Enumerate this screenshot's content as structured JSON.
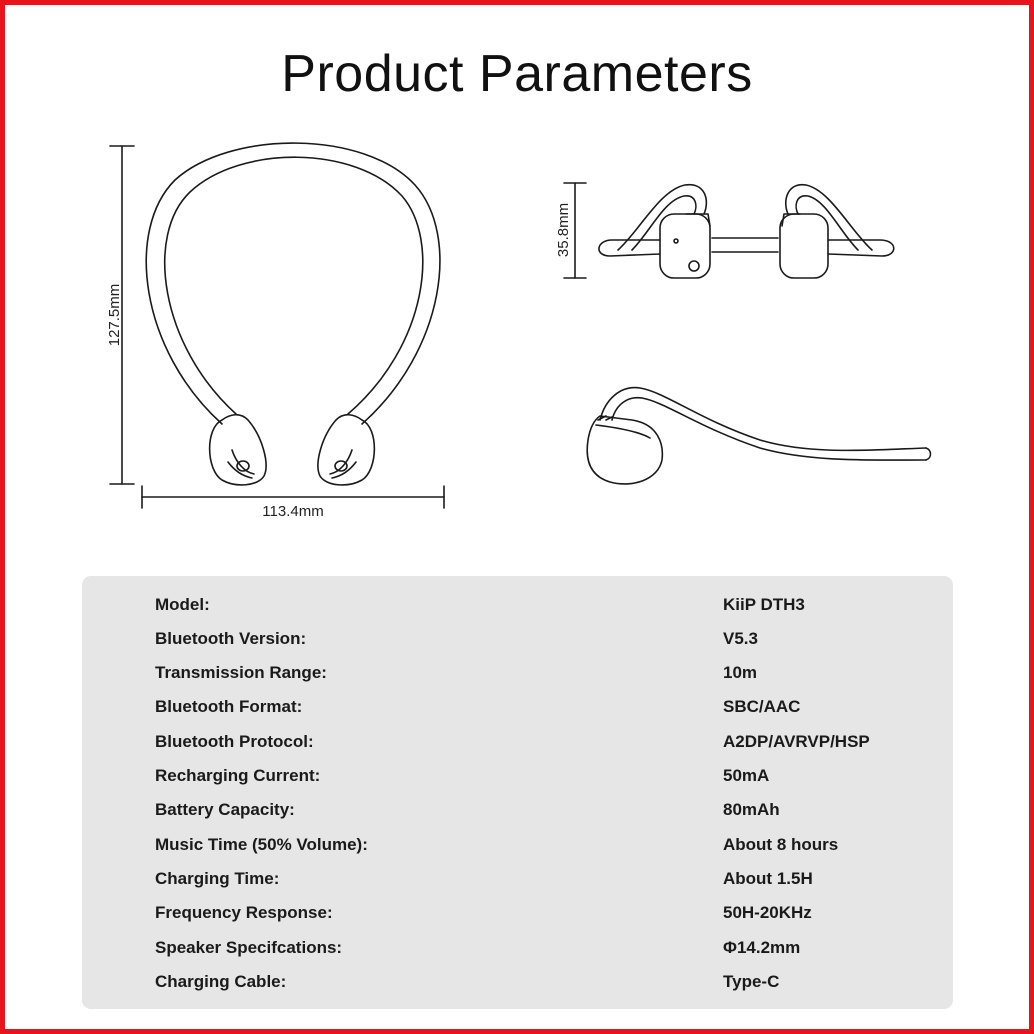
{
  "page": {
    "title": "Product Parameters",
    "accent_color": "#e8141c",
    "panel_color": "#e6e6e6"
  },
  "dimensions": {
    "height": "127.5mm",
    "width": "113.4mm",
    "side_height": "35.8mm"
  },
  "specs": [
    {
      "label": "Model:",
      "value": "KiiP DTH3"
    },
    {
      "label": "Bluetooth Version:",
      "value": "V5.3"
    },
    {
      "label": "Transmission Range:",
      "value": "10m"
    },
    {
      "label": "Bluetooth Format:",
      "value": "SBC/AAC"
    },
    {
      "label": "Bluetooth Protocol:",
      "value": "A2DP/AVRVP/HSP"
    },
    {
      "label": "Recharging Current:",
      "value": "50mA"
    },
    {
      "label": "Battery Capacity:",
      "value": "80mAh"
    },
    {
      "label": "Music Time (50% Volume):",
      "value": "About 8 hours"
    },
    {
      "label": "Charging Time:",
      "value": "About 1.5H"
    },
    {
      "label": "Frequency Response:",
      "value": "50H-20KHz"
    },
    {
      "label": "Speaker Specifcations:",
      "value": "Φ14.2mm"
    },
    {
      "label": "Charging Cable:",
      "value": "Type-C"
    }
  ]
}
